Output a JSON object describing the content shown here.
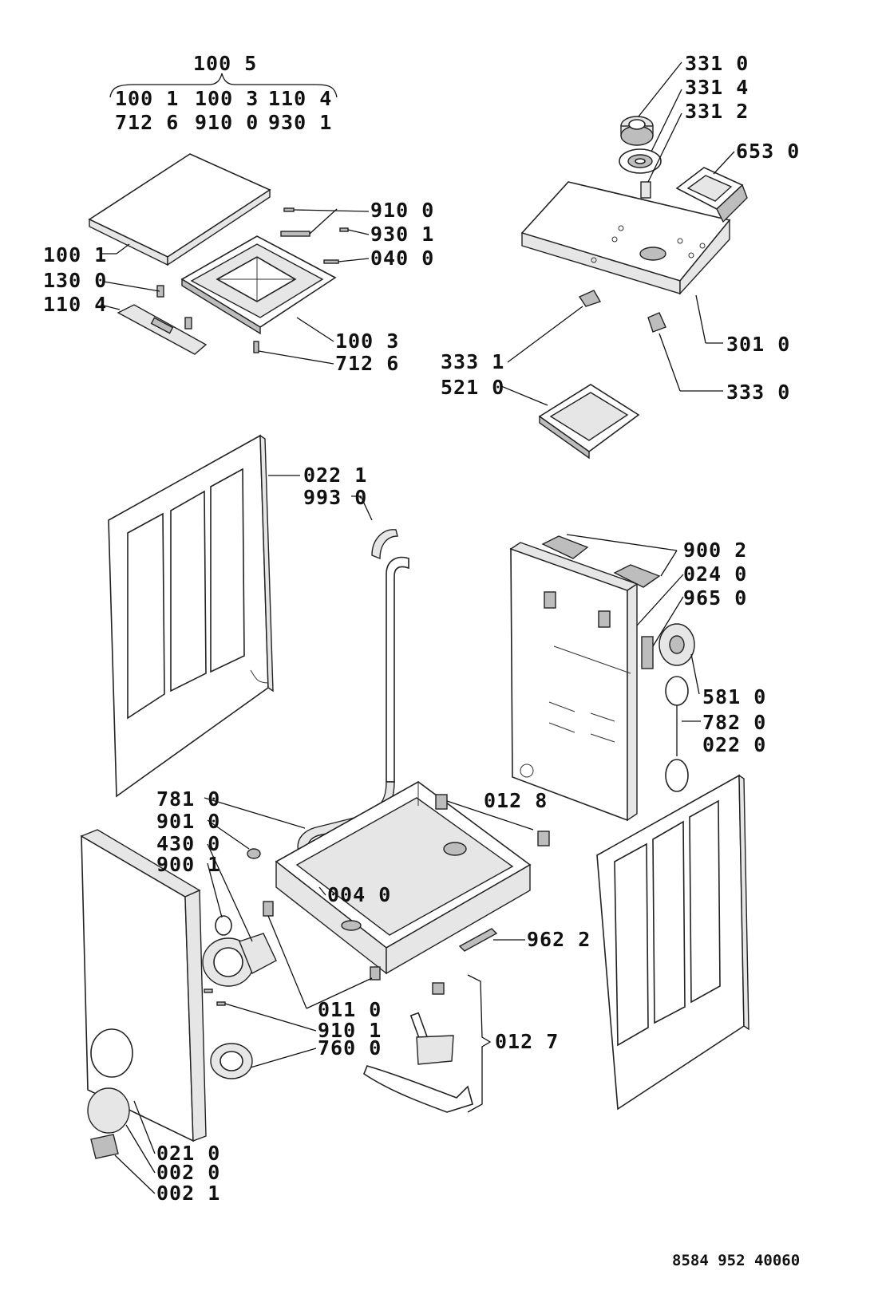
{
  "diagram": {
    "labels": {
      "l_100_5_top": "100 5",
      "l_100_1_top": "100 1",
      "l_100_3_top": "100 3",
      "l_110_4_top": "110 4",
      "l_712_6_top": "712 6",
      "l_910_0_top": "910 0",
      "l_930_1_top": "930 1",
      "l_910_0": "910 0",
      "l_930_1": "930 1",
      "l_040_0": "040 0",
      "l_100_1": "100 1",
      "l_130_0": "130 0",
      "l_110_4": "110 4",
      "l_100_3": "100 3",
      "l_712_6": "712 6",
      "l_331_0": "331 0",
      "l_331_4": "331 4",
      "l_331_2": "331 2",
      "l_653_0": "653 0",
      "l_301_0": "301 0",
      "l_333_1": "333 1",
      "l_521_0": "521 0",
      "l_333_0": "333 0",
      "l_022_1": "022 1",
      "l_993_0": "993 0",
      "l_900_2": "900 2",
      "l_024_0": "024 0",
      "l_965_0": "965 0",
      "l_581_0": "581 0",
      "l_782_0": "782 0",
      "l_022_0": "022 0",
      "l_781_0": "781 0",
      "l_901_0": "901 0",
      "l_430_0": "430 0",
      "l_900_1": "900 1",
      "l_012_8": "012 8",
      "l_004_0": "004 0",
      "l_962_2": "962 2",
      "l_011_0": "011 0",
      "l_910_1": "910 1",
      "l_760_0": "760 0",
      "l_012_7": "012 7",
      "l_021_0": "021 0",
      "l_002_0": "002 0",
      "l_002_1": "002 1"
    },
    "reference_number": "8584 952 40060"
  }
}
